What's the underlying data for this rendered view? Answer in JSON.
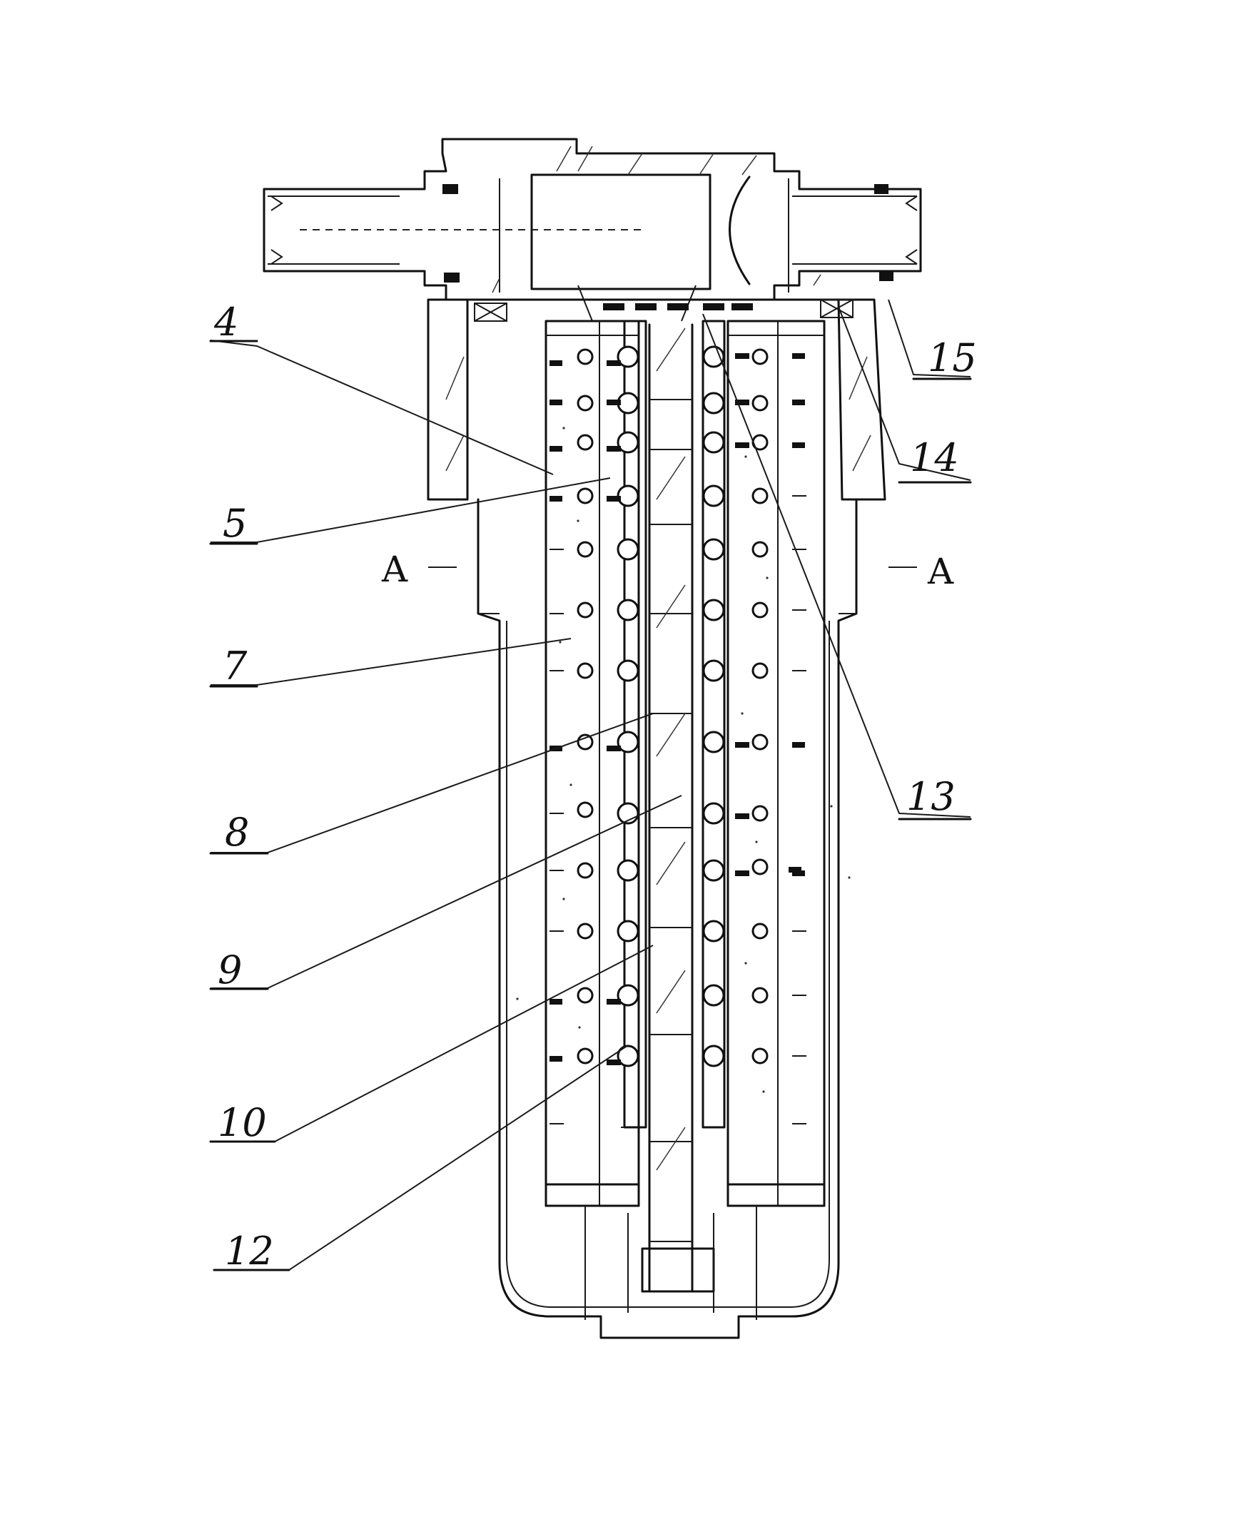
{
  "labels": [
    {
      "id": "label-4",
      "text": "4"
    },
    {
      "id": "label-5",
      "text": "5"
    },
    {
      "id": "label-7",
      "text": "7"
    },
    {
      "id": "label-8",
      "text": "8"
    },
    {
      "id": "label-9",
      "text": "9"
    },
    {
      "id": "label-10",
      "text": "10"
    },
    {
      "id": "label-12",
      "text": "12"
    },
    {
      "id": "label-13",
      "text": "13"
    },
    {
      "id": "label-14",
      "text": "14"
    },
    {
      "id": "label-15",
      "text": "15"
    }
  ],
  "section": {
    "left": "A",
    "right": "A"
  },
  "colors": {
    "ink": "#111111",
    "paper": "#ffffff"
  }
}
